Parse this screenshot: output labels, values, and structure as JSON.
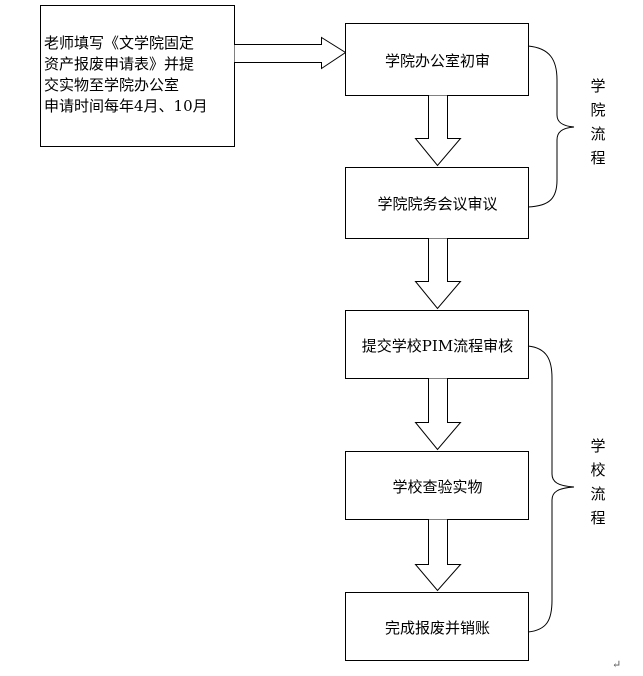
{
  "start_box": {
    "lines": [
      "老师填写《文学院固定",
      "资产报废申请表》并提",
      "交实物至学院办公室",
      "申请时间每年4月、10月"
    ]
  },
  "steps": [
    "学院办公室初审",
    "学院院务会议审议",
    "提交学校PIM流程审核",
    "学校查验实物",
    "完成报废并销账"
  ],
  "groups": [
    {
      "chars": [
        "学",
        "院",
        "流",
        "程"
      ]
    },
    {
      "chars": [
        "学",
        "校",
        "流",
        "程"
      ]
    }
  ],
  "paragraph_mark": "↵"
}
